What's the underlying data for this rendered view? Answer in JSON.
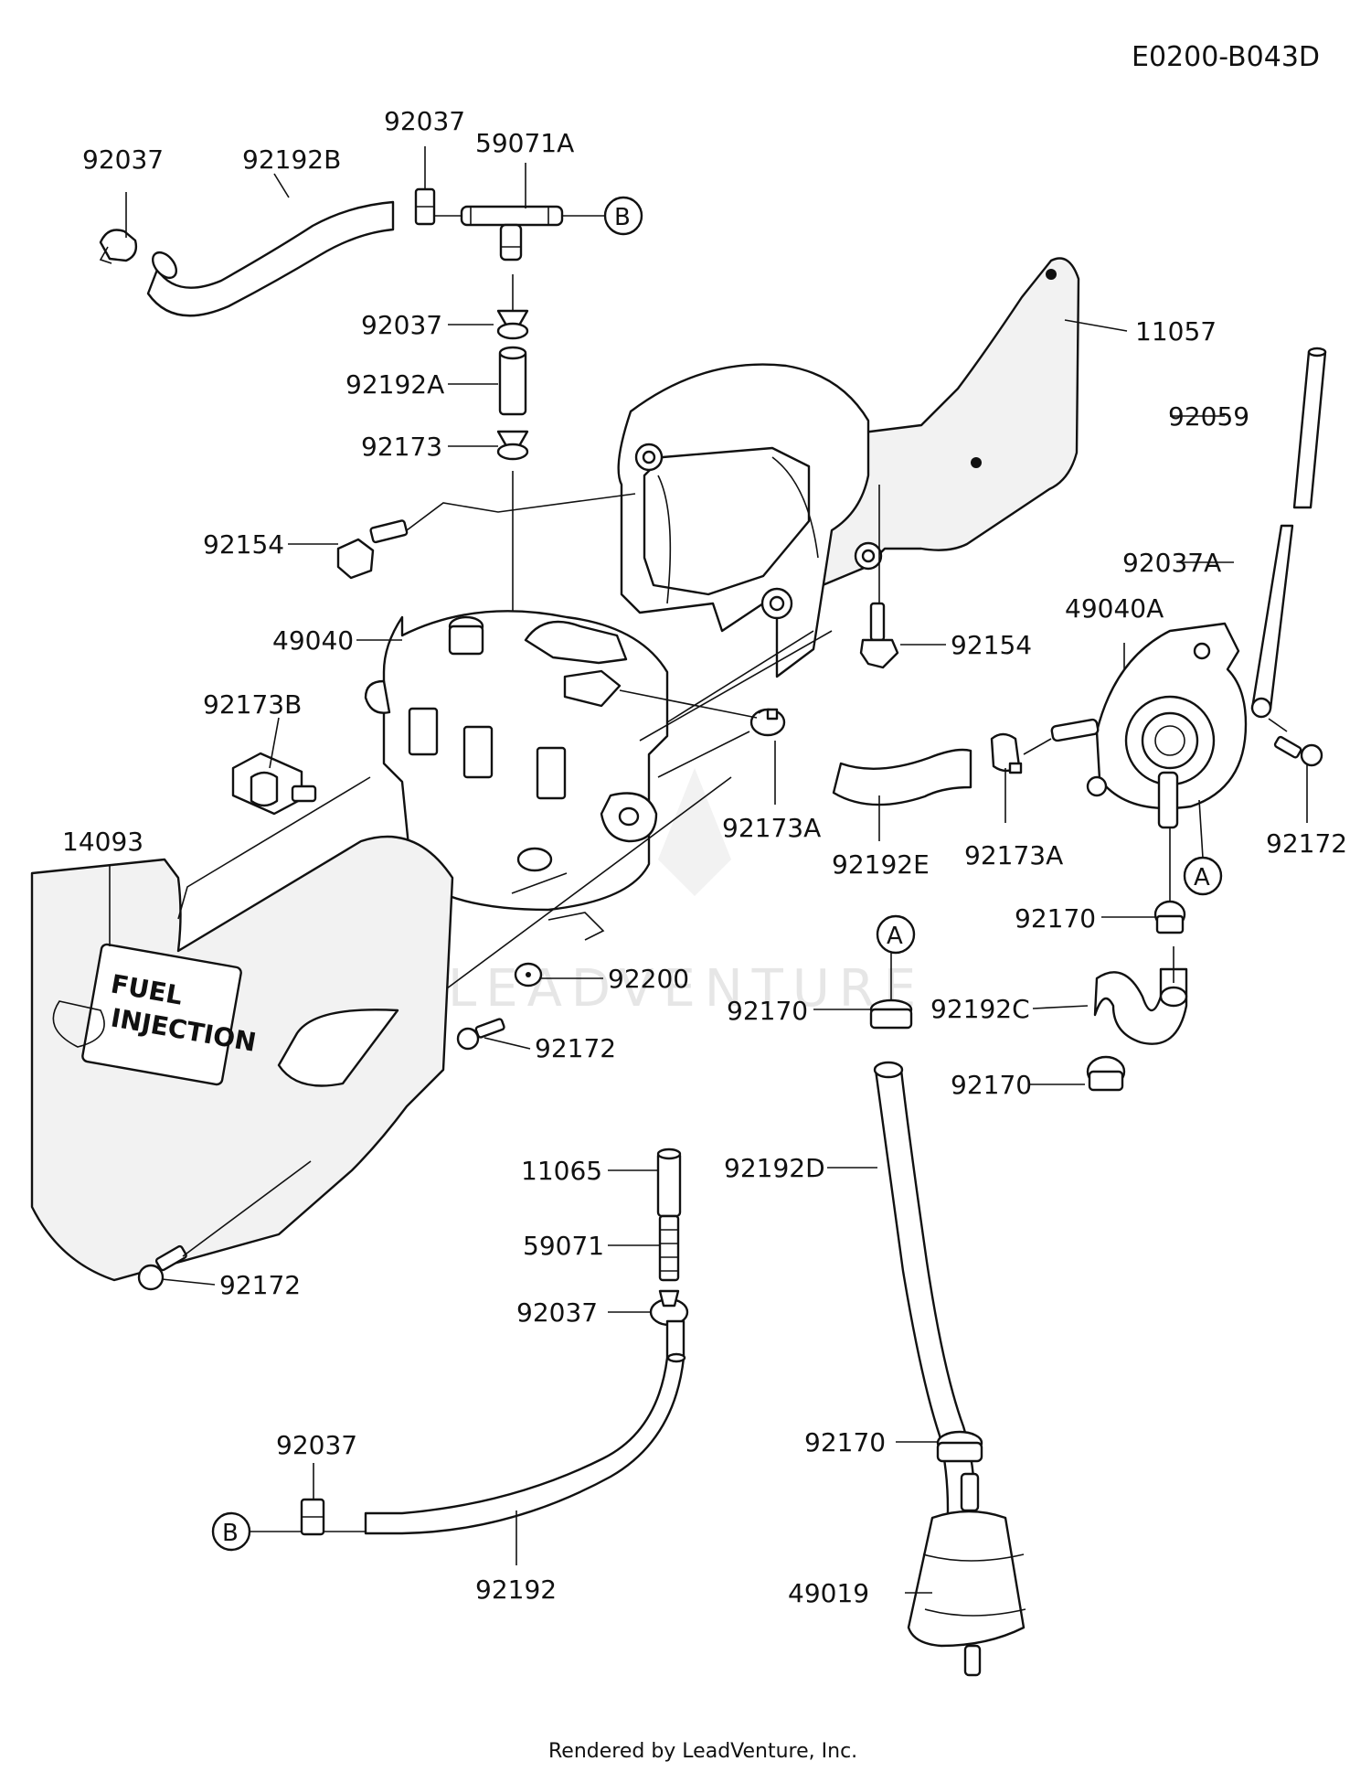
{
  "diagram_code": "E0200-B043D",
  "footer": "Rendered by LeadVenture, Inc.",
  "watermark": "LEADVENTURE",
  "cover_text": [
    "FUEL",
    "INJECTION"
  ],
  "reference_markers": {
    "a": "A",
    "b": "B"
  },
  "labels": {
    "p92037_tl": "92037",
    "p92192B": "92192B",
    "p92037_top": "92037",
    "p59071A": "59071A",
    "p11057": "11057",
    "p92037_mid": "92037",
    "p92192A": "92192A",
    "p92173": "92173",
    "p92059": "92059",
    "p92154_l": "92154",
    "p92037A": "92037A",
    "p49040": "49040",
    "p49040A": "49040A",
    "p92154_r": "92154",
    "p92173B": "92173B",
    "p92172_r": "92172",
    "p92173A_l": "92173A",
    "p92192E": "92192E",
    "p92173A_r": "92173A",
    "p14093": "14093",
    "p92170_a": "92170",
    "p92200": "92200",
    "p92192C": "92192C",
    "p92170_b": "92170",
    "p92172_m": "92172",
    "p92170_c": "92170",
    "p11065": "11065",
    "p92192D": "92192D",
    "p59071": "59071",
    "p92172_bl": "92172",
    "p92037_low": "92037",
    "p92170_d": "92170",
    "p92037_bot": "92037",
    "p49019": "49019",
    "p92192": "92192"
  }
}
